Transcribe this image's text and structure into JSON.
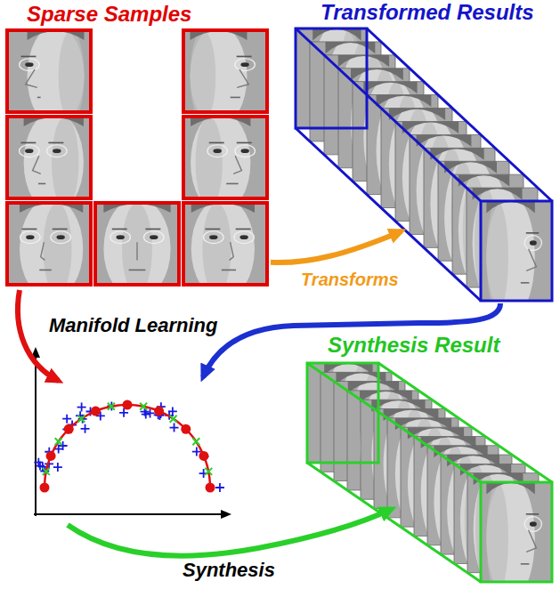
{
  "diagram": {
    "nodes": [
      {
        "text": [
          "Sparse Samples"
        ]
      },
      {
        "text": [
          "Transformed Results"
        ]
      },
      {
        "text": [
          "Synthesis Result"
        ]
      }
    ],
    "edges": [
      {
        "from": 0,
        "to": 1,
        "label": "Transforms",
        "arrow": "to"
      }
    ],
    "labels": [
      "Manifold Learning",
      "Synthesis"
    ]
  }
}
